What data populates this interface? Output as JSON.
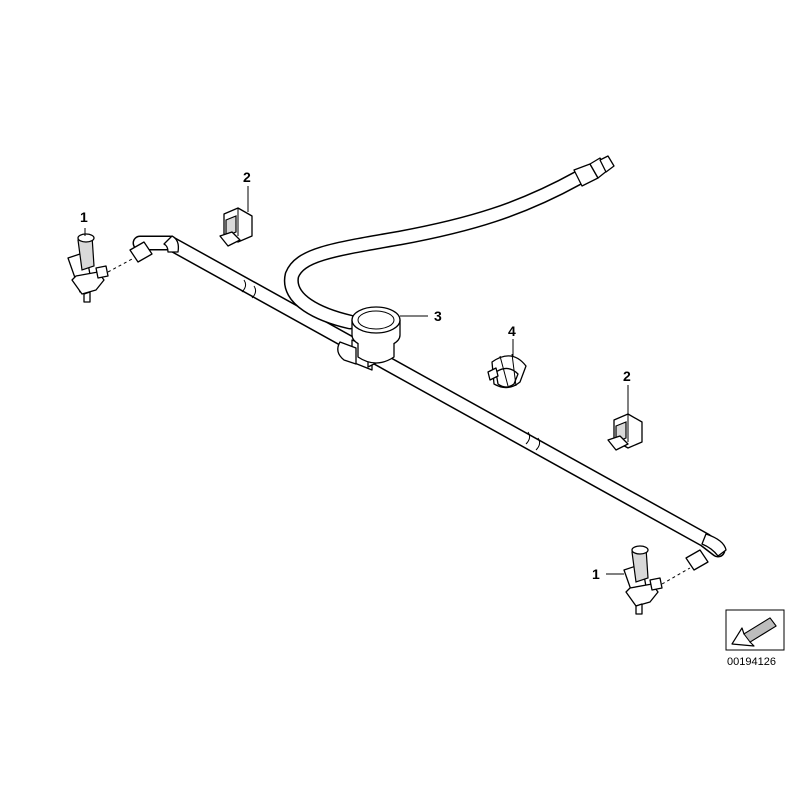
{
  "diagram": {
    "callouts": [
      {
        "id": "c1a",
        "number": "1"
      },
      {
        "id": "c2a",
        "number": "2"
      },
      {
        "id": "c3",
        "number": "3"
      },
      {
        "id": "c4",
        "number": "4"
      },
      {
        "id": "c2b",
        "number": "2"
      },
      {
        "id": "c1b",
        "number": "1"
      }
    ],
    "reference_number": "00194126",
    "line_color": "#000000",
    "background": "#ffffff"
  }
}
